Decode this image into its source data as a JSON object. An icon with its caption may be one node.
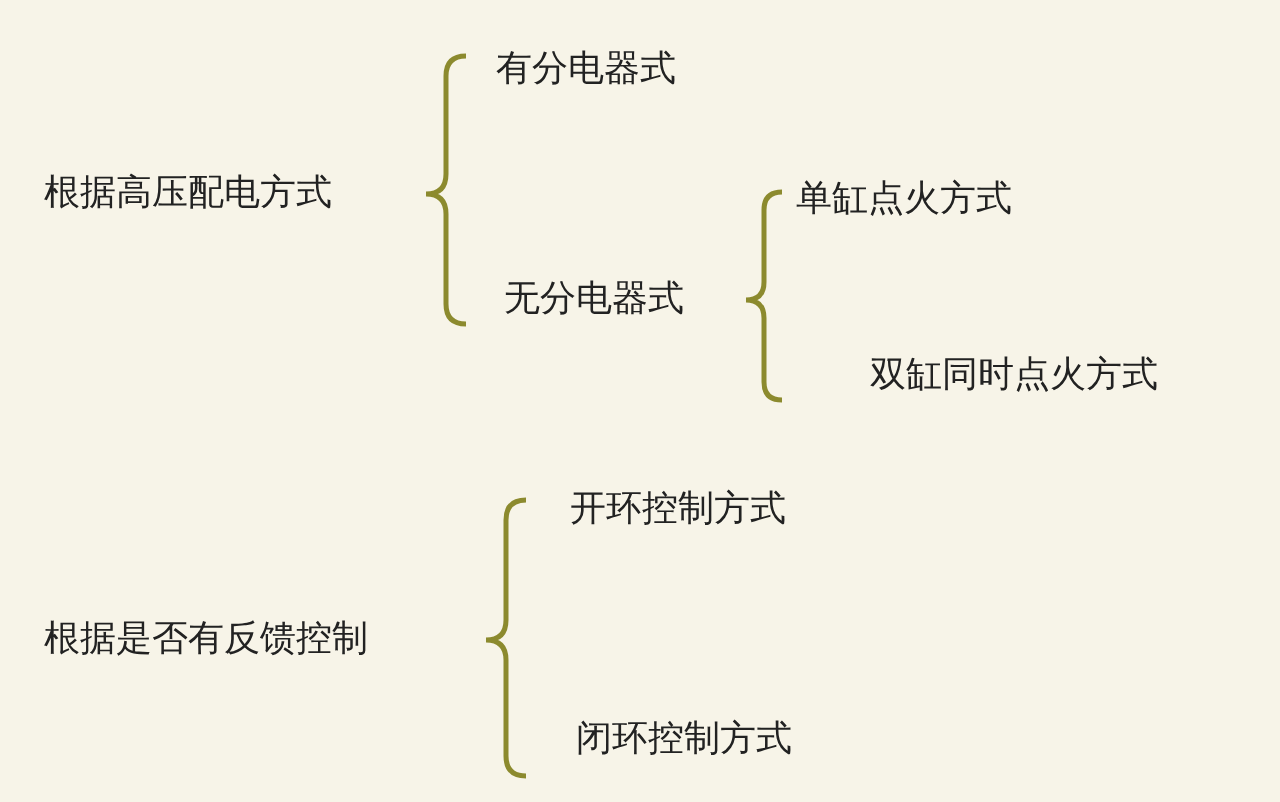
{
  "diagram": {
    "labels": [
      "有分电器式",
      "根据高压配电方式",
      "单缸点火方式",
      "无分电器式",
      "双缸同时点火方式",
      "开环控制方式",
      "根据是否有反馈控制",
      "闭环控制方式"
    ]
  }
}
